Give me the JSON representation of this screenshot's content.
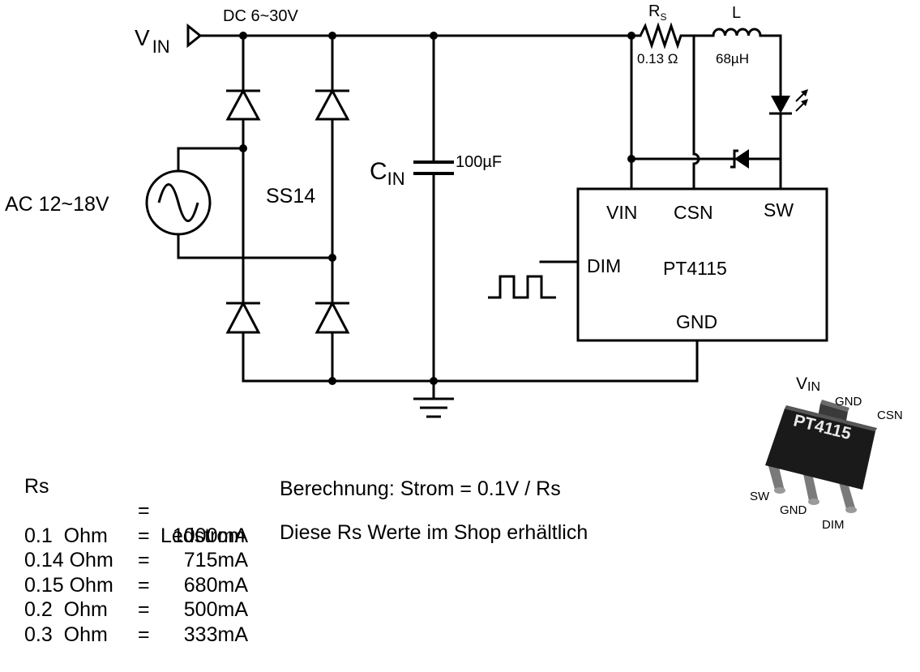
{
  "source": {
    "symbol": "V",
    "subscript": "IN",
    "dc_label": "DC 6~30V",
    "ac_label": "AC 12~18V"
  },
  "rectifier": {
    "diode_label": "SS14"
  },
  "capacitor": {
    "symbol": "C",
    "subscript": "IN",
    "value": "100µF"
  },
  "sense_resistor": {
    "symbol": "R",
    "subscript": "S",
    "value": "0.13 Ω"
  },
  "inductor": {
    "symbol": "L",
    "value": "68µH"
  },
  "ic": {
    "name": "PT4115",
    "pins": {
      "vin": "VIN",
      "csn": "CSN",
      "sw": "SW",
      "dim": "DIM",
      "gnd": "GND"
    }
  },
  "package": {
    "marking": "PT4115",
    "labels": {
      "vin_symbol": "V",
      "vin_subscript": "IN",
      "gnd_top": "GND",
      "csn": "CSN",
      "sw": "SW",
      "gnd_bottom": "GND",
      "dim": "DIM"
    }
  },
  "table": {
    "header": {
      "rs": "Rs",
      "eq": "=",
      "current": "Ledstrom"
    },
    "rows": [
      {
        "rs": "0.1  Ohm",
        "eq": "=",
        "current": "1000mA"
      },
      {
        "rs": "0.14 Ohm",
        "eq": "=",
        "current": "715mA"
      },
      {
        "rs": "0.15 Ohm",
        "eq": "=",
        "current": "680mA"
      },
      {
        "rs": "0.2  Ohm",
        "eq": "=",
        "current": "500mA"
      },
      {
        "rs": "0.3  Ohm",
        "eq": "=",
        "current": "333mA"
      }
    ]
  },
  "notes": {
    "formula": "Berechnung: Strom = 0.1V / Rs",
    "shop": "Diese Rs Werte im Shop erhältlich"
  }
}
